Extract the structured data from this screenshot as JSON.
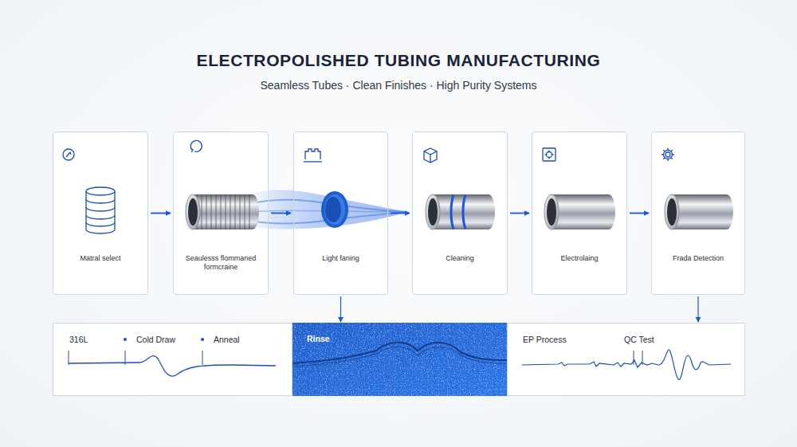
{
  "diagram": {
    "title": "ELECTROPOLISHED TUBING MANUFACTURING",
    "caption": "Seamless Tubes · Clean Finishes · High Purity Systems",
    "nodes": [
      {
        "text": [
          "Matral select"
        ]
      },
      {
        "text": [
          "Seaulesss flommaned formcraine"
        ]
      },
      {
        "text": [
          "Light faning"
        ]
      },
      {
        "text": [
          "Cleaning"
        ]
      },
      {
        "text": [
          "Electrolaing"
        ]
      },
      {
        "text": [
          "Frada Detection"
        ]
      },
      {
        "text": [
          "316L",
          "Cold Draw",
          "Anneal"
        ]
      },
      {
        "text": [
          "Rinse"
        ]
      },
      {
        "text": [
          "EP Process",
          "QC Test"
        ]
      }
    ],
    "edges": [
      {
        "from": 0,
        "to": 1,
        "arrow": "to"
      },
      {
        "from": 1,
        "to": 2,
        "arrow": "to"
      },
      {
        "from": 2,
        "to": 3,
        "arrow": "to"
      },
      {
        "from": 3,
        "to": 4,
        "arrow": "to"
      },
      {
        "from": 4,
        "to": 5,
        "arrow": "to"
      },
      {
        "from": 2,
        "to": 7,
        "arrow": "to"
      },
      {
        "from": 5,
        "to": 8,
        "arrow": "to"
      }
    ]
  }
}
